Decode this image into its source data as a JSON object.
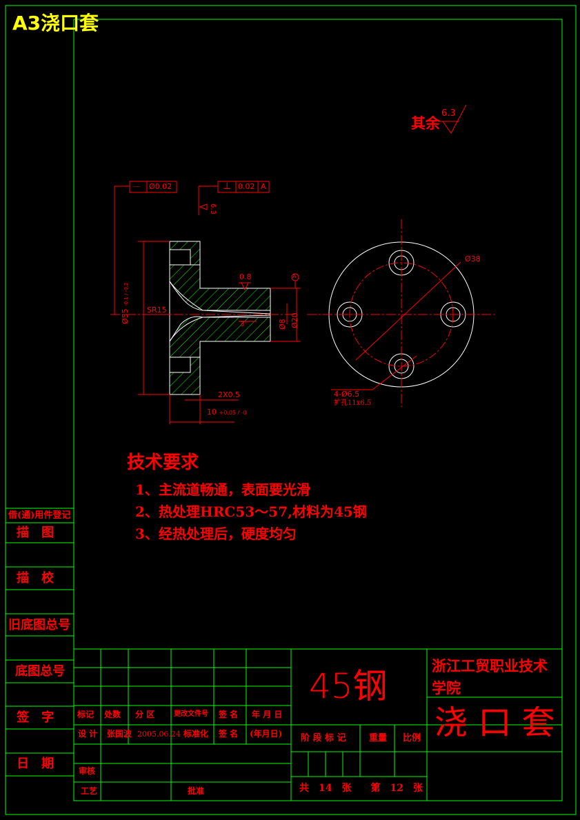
{
  "sheet_title": "A3浇口套",
  "surface_finish": {
    "prefix": "其余",
    "value": "6.3"
  },
  "dimensions": {
    "flatness": "⏤",
    "flatness_value": "Ø0.02",
    "perp_symbol": "⊥",
    "perp_value": "0.02",
    "datum": "A",
    "finish_left": "6.3",
    "finish_top": "0.8",
    "sr": "SR15",
    "dia55": "Ø55",
    "dia55_tol": "-0.1 / -0.2",
    "dia20": "Ø20",
    "dia8": "Ø8",
    "angle": "3°",
    "chamfer": "2X0.5",
    "len10": "10",
    "len10_tol": "+0.05 / -0",
    "dia38": "Ø38",
    "holes": "4-Ø6.5",
    "holes_note": "扩孔11x6.5",
    "datum_flag": "A"
  },
  "tech": {
    "title": "技术要求",
    "items": [
      "1、主流道畅通，表面要光滑",
      "2、热处理HRC53～57,材料为45钢",
      "3、经热处理后，硬度均匀"
    ]
  },
  "side_labels": [
    "借(通)用件登记",
    "描　图",
    "描　校",
    "旧底图总号",
    "底图总号",
    "签　字",
    "日　期"
  ],
  "title_block": {
    "headers": [
      "标记",
      "处数",
      "分 区",
      "更改文件号",
      "签 名",
      "年 月 日"
    ],
    "row_design": [
      "设 计",
      "张国波",
      "2005.06.24",
      "标准化",
      "签 名",
      "(年月日)"
    ],
    "review": "审核",
    "craft": "工艺",
    "approve": "批准",
    "material": "45钢",
    "stage": "阶 段 标 记",
    "weight": "重量",
    "scale": "比例",
    "sheets": "共　14　张　　第　12　张",
    "school": "浙江工贸职业技术学院",
    "part_name": "浇 口 套"
  },
  "colors": {
    "frame": "#00ff00",
    "drawing": "#ffffff",
    "text": "#ff0000",
    "title": "#ffff00"
  }
}
